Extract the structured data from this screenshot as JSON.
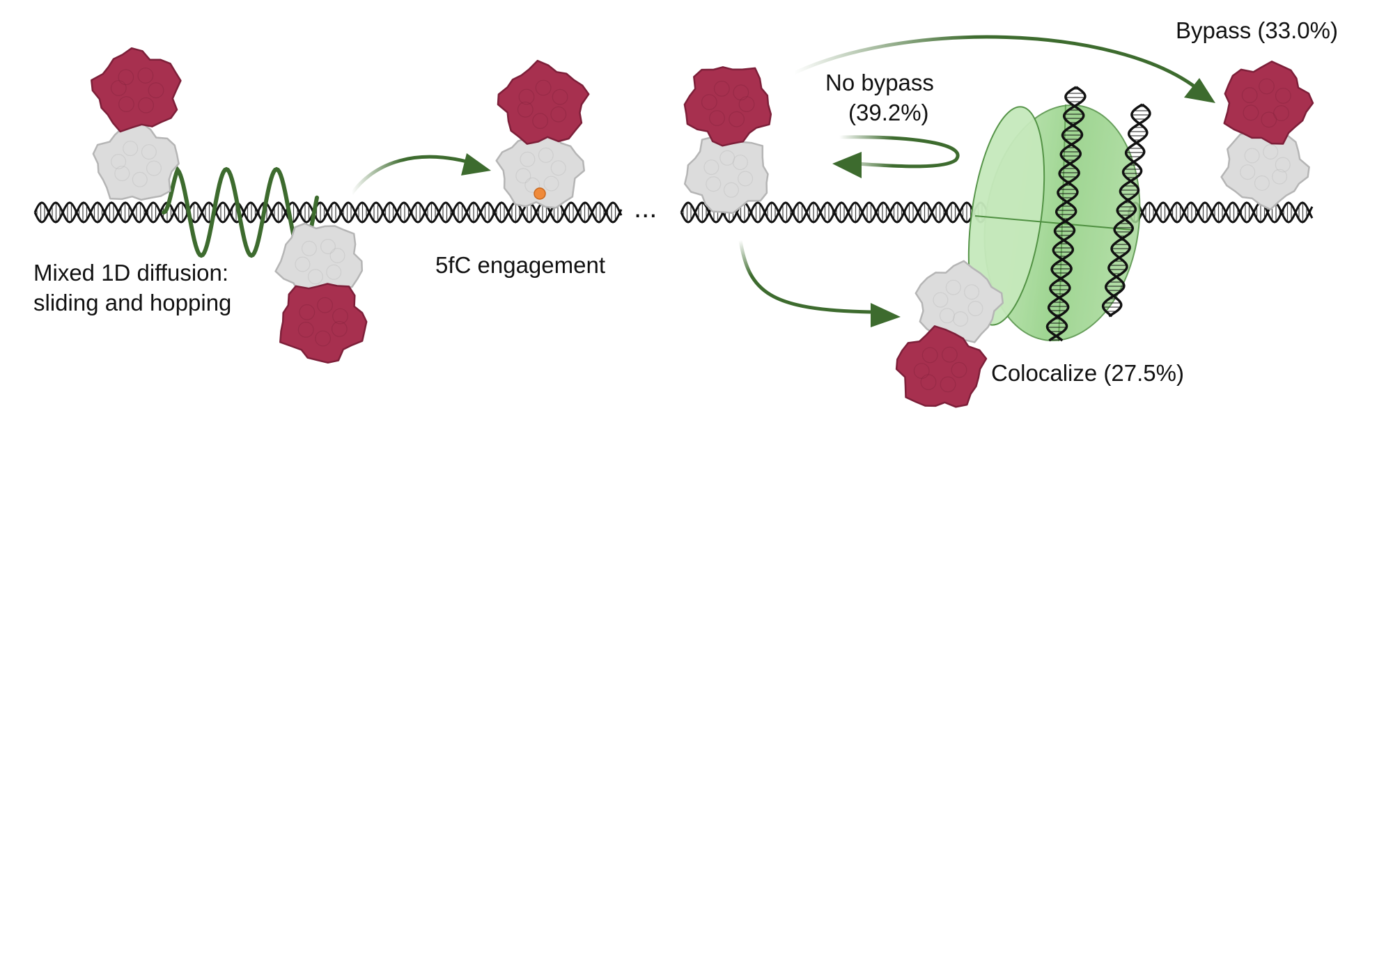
{
  "labels": {
    "diffusion_line1": "Mixed 1D diffusion:",
    "diffusion_line2": "sliding and hopping",
    "engagement": "5fC engagement",
    "ellipsis": "...",
    "no_bypass_line1": "No bypass",
    "no_bypass_line2": "(39.2%)",
    "bypass": "Bypass (33.0%)",
    "colocalize": "Colocalize (27.5%)"
  },
  "outcomes": [
    {
      "name": "Bypass",
      "percent": 33.0
    },
    {
      "name": "No bypass",
      "percent": 39.2
    },
    {
      "name": "Colocalize",
      "percent": 27.5
    }
  ],
  "colors": {
    "arrow": "#3d6b2e",
    "protein_red": "#a7304f",
    "protein_gray": "#dcdcdc",
    "nucleosome": "#8fcf80",
    "dna": "#111111",
    "lesion": "#ef8a3a"
  },
  "icons": [
    "dna-helix",
    "protein-complex",
    "nucleosome-icon",
    "5fc-lesion-dot"
  ]
}
